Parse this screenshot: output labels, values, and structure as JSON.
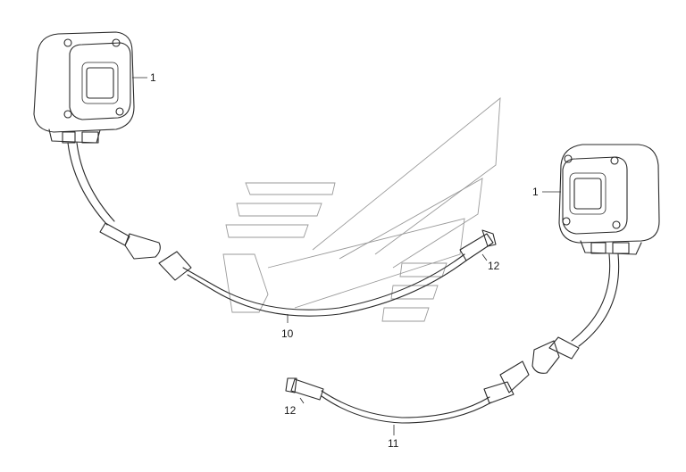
{
  "diagram": {
    "callouts": [
      {
        "id": "lamp-left",
        "text": "1"
      },
      {
        "id": "lamp-right",
        "text": "1"
      },
      {
        "id": "cable-upper",
        "text": "10"
      },
      {
        "id": "cable-lower",
        "text": "11"
      },
      {
        "id": "connector-upper",
        "text": "12"
      },
      {
        "id": "connector-lower",
        "text": "12"
      }
    ],
    "colors": {
      "line": "#2a2a2a",
      "watermark": "#9a9a9a",
      "background": "#ffffff"
    }
  }
}
